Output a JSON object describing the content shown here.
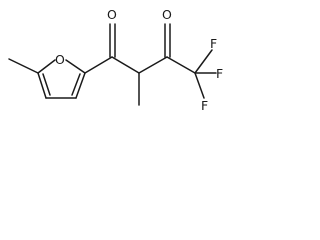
{
  "atoms": {
    "furan_oxygen": "O",
    "ketone_oxygen_1": "O",
    "ketone_oxygen_2": "O",
    "fluorine_top": "F",
    "fluorine_right": "F",
    "fluorine_bottom": "F"
  },
  "colors": {
    "bond": "#1a1a1a",
    "label": "#1a1a1a",
    "background": "#ffffff"
  }
}
